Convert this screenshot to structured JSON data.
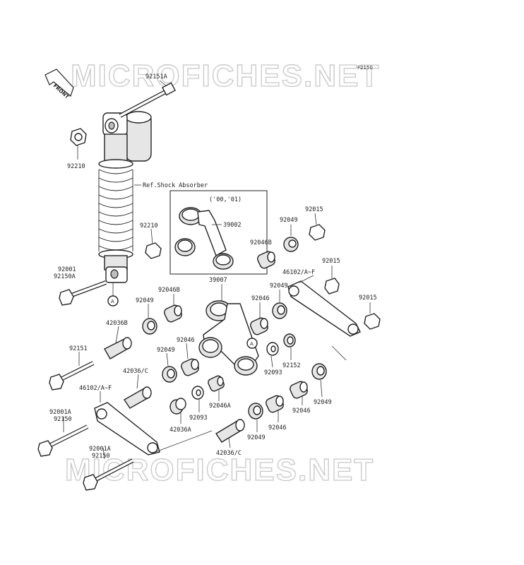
{
  "diagram": {
    "code": "F2150",
    "watermark": "MICROFICHES.NET",
    "front_label": "FRONT",
    "callout_a": "A",
    "ref_label": "Ref.Shock Absorber",
    "inset_label": "('00,'01)",
    "parts": {
      "p92151A": "92151A",
      "p92210a": "92210",
      "p92210b": "92210",
      "p92001": "92001",
      "p92150A": "92150A",
      "p39002": "39002",
      "p92049a": "92049",
      "p92015a": "92015",
      "p92046Ba": "92046B",
      "p92015b": "92015",
      "p46102a": "46102/A~F",
      "p39007": "39007",
      "p92049b": "92049",
      "p92015c": "92015",
      "p92046Bb": "92046B",
      "p92049c": "92049",
      "p92046a": "92046",
      "p42036B": "42036B",
      "p92046b": "92046",
      "p92049d": "92049",
      "p92151": "92151",
      "p92093a": "92093",
      "p92152": "92152",
      "p42036Ca": "42036/C",
      "p46102b": "46102/A~F",
      "p92046Aa": "92046A",
      "p92049e": "92049",
      "p92046c": "92046",
      "p92093b": "92093",
      "p92001Aa": "92001A",
      "p92150a": "92150",
      "p42036A": "42036A",
      "p92046d": "92046",
      "p92049f": "92049",
      "p92001Ab": "92001A",
      "p92150b": "92150",
      "p42036Cb": "42036/C"
    }
  }
}
